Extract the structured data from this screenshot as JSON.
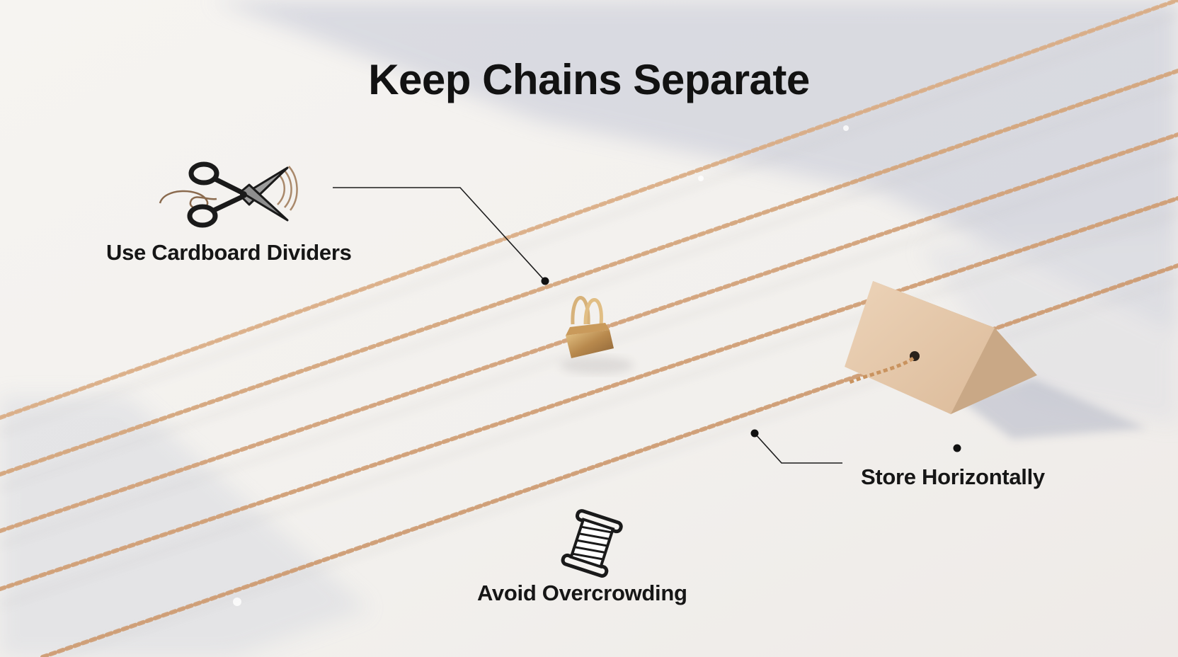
{
  "title": "Keep Chains Separate",
  "callouts": {
    "dividers": {
      "label": "Use Cardboard Dividers",
      "icon": "scissors-icon"
    },
    "horizontal": {
      "label": "Store Horizontally",
      "icon": "none"
    },
    "overcrowding": {
      "label": "Avoid Overcrowding",
      "icon": "thread-spool-icon"
    }
  },
  "colors": {
    "background": "#f1efec",
    "shadow": "#c7c9d6",
    "chain": "#d2a27a",
    "cardboard": "#e6c9ab",
    "text": "#121212"
  }
}
